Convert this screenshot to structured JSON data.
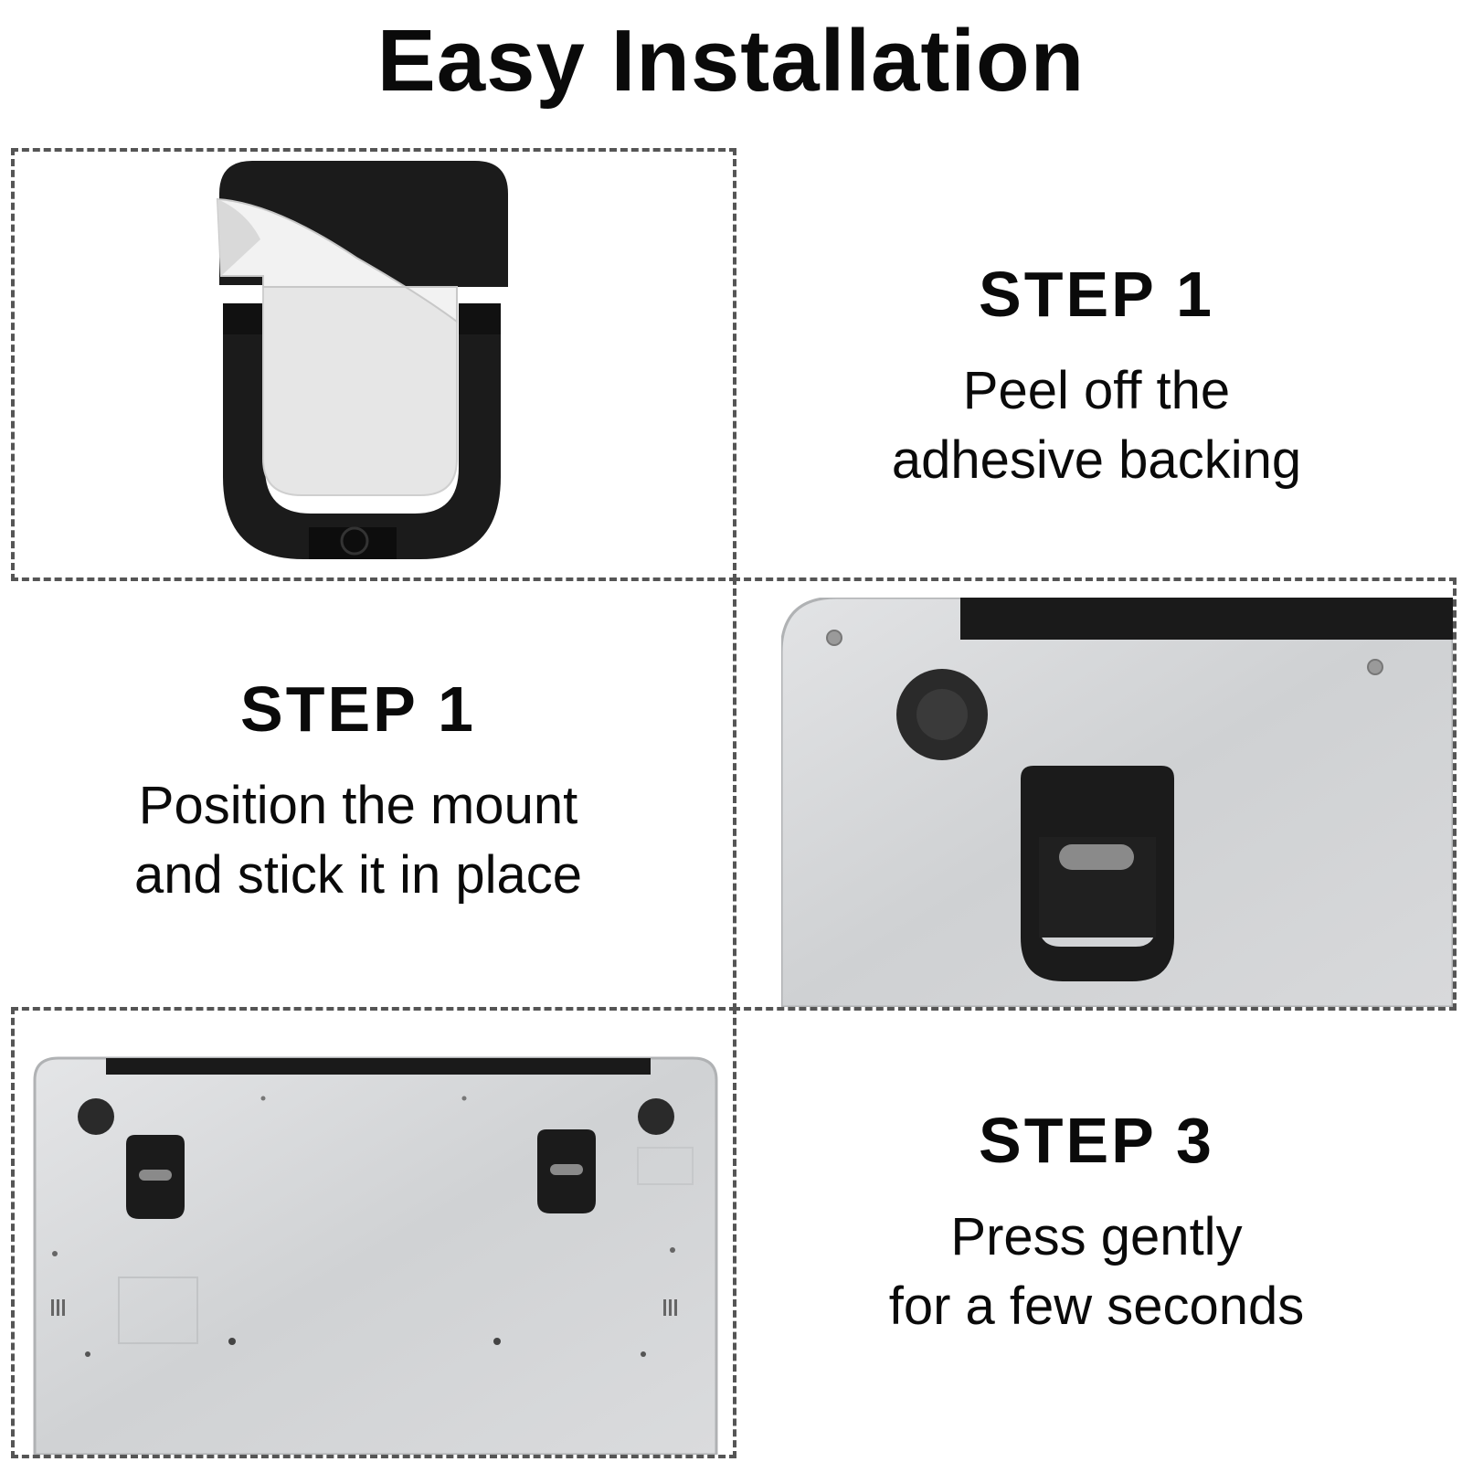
{
  "title": "Easy Installation",
  "steps": [
    {
      "heading": "STEP 1",
      "lines": [
        "Peel off the",
        "adhesive backing"
      ]
    },
    {
      "heading": "STEP 1",
      "lines": [
        "Position the mount",
        "and stick it in place"
      ]
    },
    {
      "heading": "STEP 3",
      "lines": [
        "Press gently",
        "for a few seconds"
      ]
    }
  ],
  "colors": {
    "border": "#555555",
    "mount": "#1a1a1a",
    "laptop": "#d4d6d8",
    "backing": "#e9e9e9"
  }
}
